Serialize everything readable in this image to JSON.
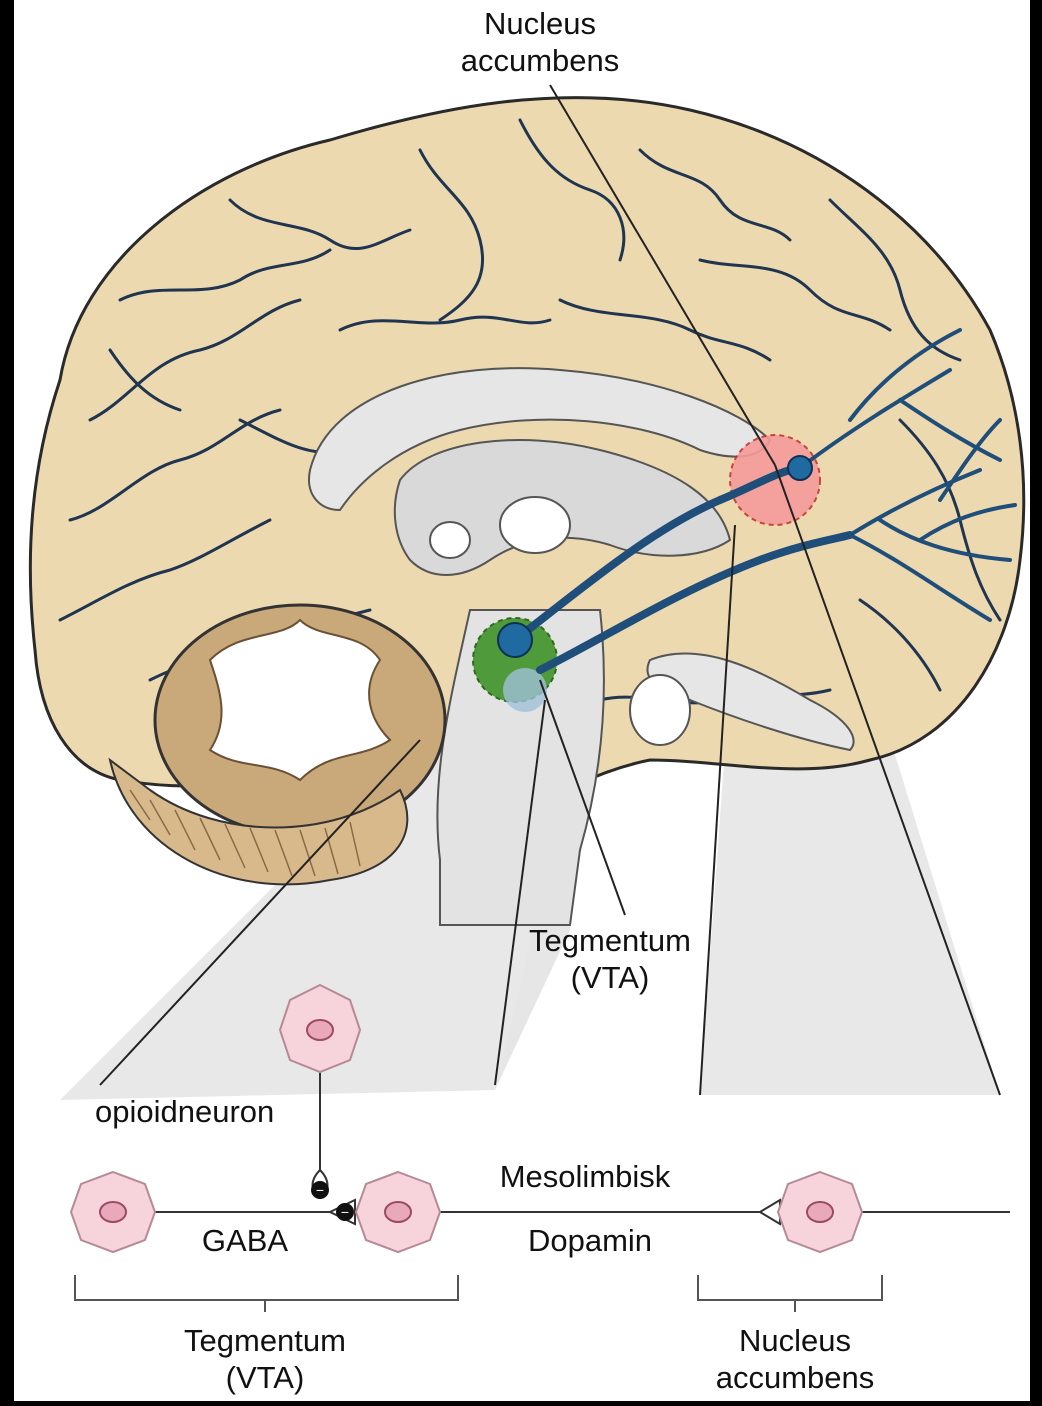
{
  "labels": {
    "top_nucleus_line1": "Nucleus",
    "top_nucleus_line2": "accumbens",
    "tegmentum_mid_line1": "Tegmentum",
    "tegmentum_mid_line2": "(VTA)",
    "opioid": "opioidneuron",
    "gaba": "GABA",
    "mesolimbisk": "Mesolimbisk",
    "dopamin": "Dopamin",
    "tegmentum_bottom_line1": "Tegmentum",
    "tegmentum_bottom_line2": "(VTA)",
    "nucleus_bottom_line1": "Nucleus",
    "nucleus_bottom_line2": "accumbens"
  },
  "colors": {
    "background": "#000000",
    "brain_fill": "#ecd9b0",
    "brain_outline": "#2a2a2a",
    "sulci": "#1f3550",
    "inner_grey": "#d9d9d9",
    "inner_light": "#ececec",
    "cerebellum": "#c9a87a",
    "nucleus_accumbens_region": "#f59a9a",
    "vta_region": "#4f9a3a",
    "dopamine_pathway": "#1f4e7a",
    "neuron_fill": "#f7d3dc",
    "neuron_nucleus": "#c77a92",
    "projection_grey": "#e3e3e3"
  }
}
